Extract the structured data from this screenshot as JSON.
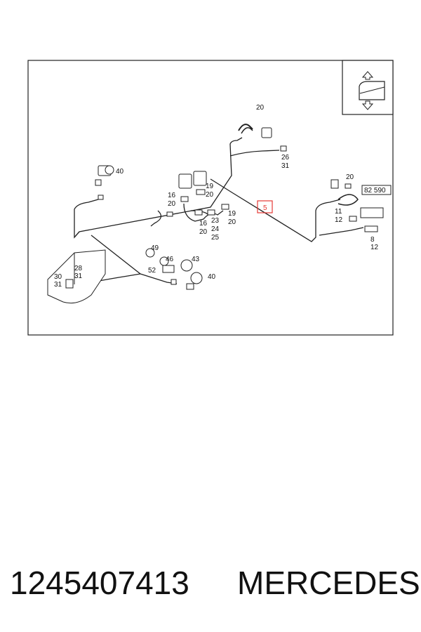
{
  "diagram": {
    "callouts": [
      {
        "id": "c20a",
        "text": "20"
      },
      {
        "id": "c26",
        "text": "26"
      },
      {
        "id": "c31a",
        "text": "31"
      },
      {
        "id": "c40a",
        "text": "40"
      },
      {
        "id": "c19a",
        "text": "19"
      },
      {
        "id": "c20b",
        "text": "20"
      },
      {
        "id": "c16a",
        "text": "16"
      },
      {
        "id": "c20c",
        "text": "20"
      },
      {
        "id": "c16b",
        "text": "16"
      },
      {
        "id": "c20d",
        "text": "20"
      },
      {
        "id": "c23",
        "text": "23"
      },
      {
        "id": "c24",
        "text": "24"
      },
      {
        "id": "c25",
        "text": "25"
      },
      {
        "id": "c19b",
        "text": "19"
      },
      {
        "id": "c20e",
        "text": "20"
      },
      {
        "id": "c5",
        "text": "5"
      },
      {
        "id": "c20f",
        "text": "20"
      },
      {
        "id": "c11",
        "text": "11"
      },
      {
        "id": "c12a",
        "text": "12"
      },
      {
        "id": "c8",
        "text": "8"
      },
      {
        "id": "c12b",
        "text": "12"
      },
      {
        "id": "c49",
        "text": "49"
      },
      {
        "id": "c46",
        "text": "46"
      },
      {
        "id": "c43",
        "text": "43"
      },
      {
        "id": "c52",
        "text": "52"
      },
      {
        "id": "c40b",
        "text": "40"
      },
      {
        "id": "c28",
        "text": "28"
      },
      {
        "id": "c31b",
        "text": "31"
      },
      {
        "id": "c30",
        "text": "30"
      },
      {
        "id": "c31c",
        "text": "31"
      }
    ],
    "ref_box": "82 590"
  },
  "footer": {
    "part_number": "1245407413",
    "brand": "MERCEDES"
  }
}
